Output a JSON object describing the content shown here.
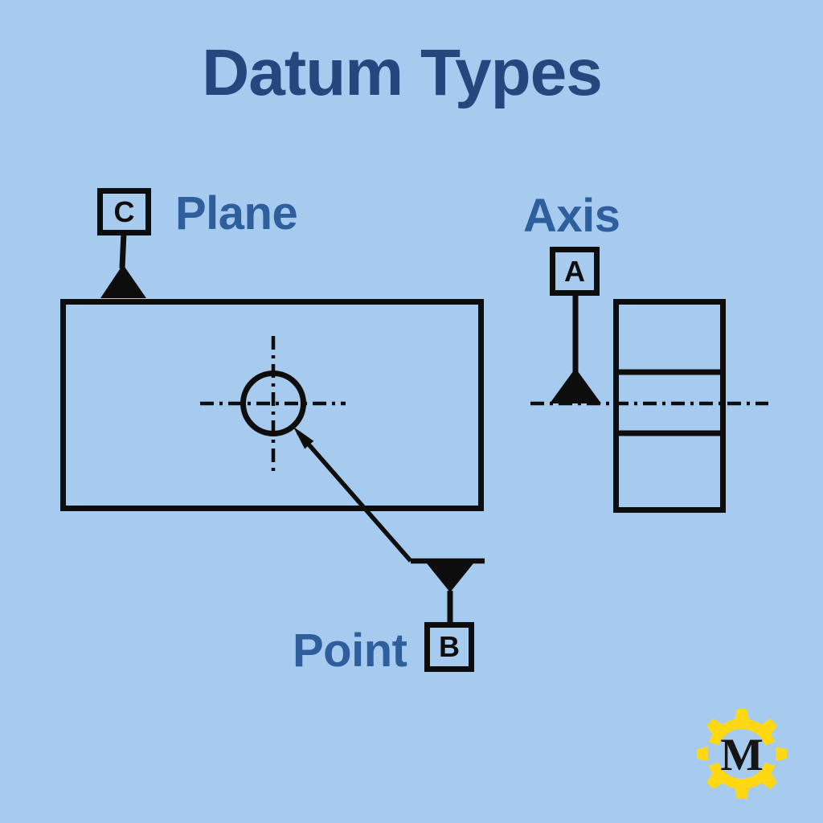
{
  "title": "Datum Types",
  "sections": {
    "plane": {
      "label": "Plane",
      "datum_letter": "C"
    },
    "axis": {
      "label": "Axis",
      "datum_letter": "A"
    },
    "point": {
      "label": "Point",
      "datum_letter": "B"
    }
  },
  "logo": {
    "letter": "M"
  },
  "colors": {
    "background": "#A7CBEF",
    "title_text": "#26477E",
    "label_text": "#2E5F9C",
    "drawing_line": "#0D0D0D",
    "gear_yellow": "#FFD814",
    "logo_letter": "#151515"
  }
}
